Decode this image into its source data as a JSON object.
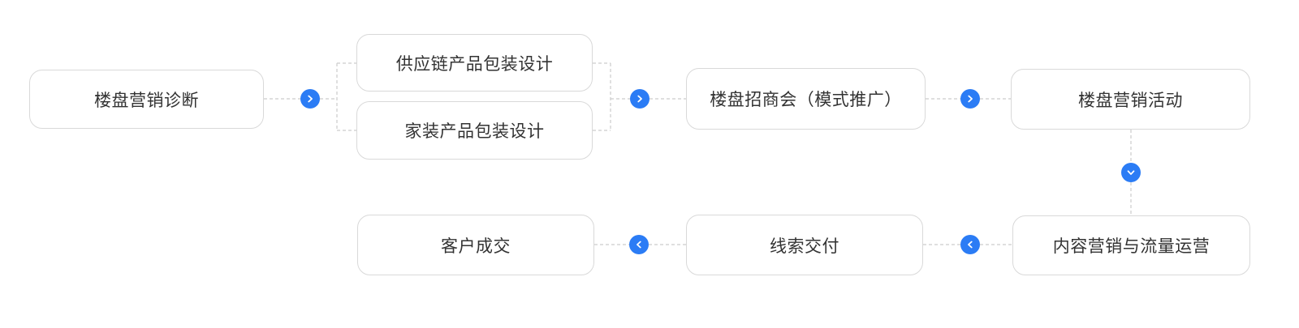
{
  "diagram": {
    "type": "flowchart",
    "nodes": [
      {
        "id": "property-marketing-diagnosis",
        "label": "楼盘营销诊断"
      },
      {
        "id": "supply-chain-product-packaging-design",
        "label": "供应链产品包装设计"
      },
      {
        "id": "home-improvement-product-packaging-design",
        "label": "家装产品包装设计"
      },
      {
        "id": "property-investment-fair",
        "label": "楼盘招商会（模式推广）"
      },
      {
        "id": "property-marketing-campaign",
        "label": "楼盘营销活动"
      },
      {
        "id": "content-marketing-traffic-ops",
        "label": "内容营销与流量运营"
      },
      {
        "id": "lead-delivery",
        "label": "线索交付"
      },
      {
        "id": "customer-deal",
        "label": "客户成交"
      }
    ],
    "arrows": [
      {
        "icon": "chevron-right-icon",
        "direction": "right"
      },
      {
        "icon": "chevron-right-icon",
        "direction": "right"
      },
      {
        "icon": "chevron-right-icon",
        "direction": "right"
      },
      {
        "icon": "chevron-down-icon",
        "direction": "down"
      },
      {
        "icon": "chevron-left-icon",
        "direction": "left"
      },
      {
        "icon": "chevron-left-icon",
        "direction": "left"
      }
    ],
    "flow_order": [
      "楼盘营销诊断 → 供应链产品包装设计 / 家装产品包装设计 → 楼盘招商会（模式推广） → 楼盘营销活动 → 内容营销与流量运营 → 线索交付 → 客户成交"
    ],
    "colors": {
      "accent": "#2b7cf5",
      "box_border": "#d9d9d9",
      "connector": "#cccccc",
      "text": "#333333",
      "box_bg": "#ffffff"
    }
  }
}
